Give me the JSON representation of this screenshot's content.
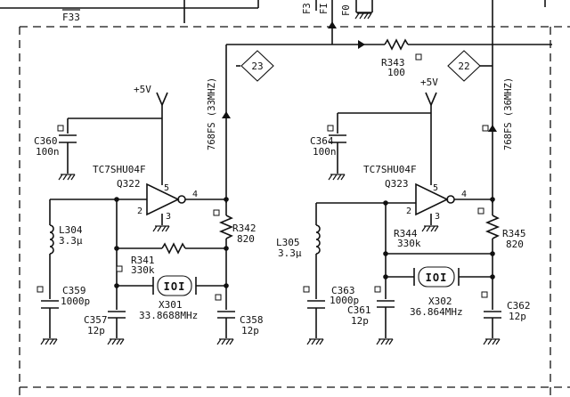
{
  "top_labels": {
    "f33": "F33",
    "f33_partial": "F3",
    "f1_partial": "FI",
    "f0_partial": "F0"
  },
  "supply": {
    "left": "+5V",
    "right": "+5V"
  },
  "test_points": {
    "left": "23",
    "right": "22"
  },
  "signals": {
    "left": "768FS (33MHZ)",
    "right": "768FS (36MHZ)"
  },
  "left_oscillator": {
    "c360_ref": "C360",
    "c360_val": "100n",
    "ic_part": "TC7SHU04F",
    "ic_ref": "Q322",
    "pin_in": "2",
    "pin_out": "4",
    "pin_vcc": "5",
    "pin_gnd": "3",
    "l304_ref": "L304",
    "l304_val": "3.3μ",
    "r342_ref": "R342",
    "r342_val": "820",
    "r341_ref": "R341",
    "r341_val": "330k",
    "xtal_marking": "IOI",
    "x301_ref": "X301",
    "x301_freq": "33.8688MHz",
    "c359_ref": "C359",
    "c359_val": "1000p",
    "c357_ref": "C357",
    "c357_val": "12p",
    "c358_ref": "C358",
    "c358_val": "12p"
  },
  "right_oscillator": {
    "r343_ref": "R343",
    "r343_val": "100",
    "c364_ref": "C364",
    "c364_val": "100n",
    "ic_part": "TC7SHU04F",
    "ic_ref": "Q323",
    "pin_in": "2",
    "pin_out": "4",
    "pin_vcc": "5",
    "pin_gnd": "3",
    "l305_ref": "L305",
    "l305_val": "3.3μ",
    "r344_ref": "R344",
    "r344_val": "330k",
    "r345_ref": "R345",
    "r345_val": "820",
    "xtal_marking": "IOI",
    "x302_ref": "X302",
    "x302_freq": "36.864MHz",
    "c363_ref": "C363",
    "c363_val": "1000p",
    "c361_ref": "C361",
    "c361_val": "12p",
    "c362_ref": "C362",
    "c362_val": "12p"
  }
}
